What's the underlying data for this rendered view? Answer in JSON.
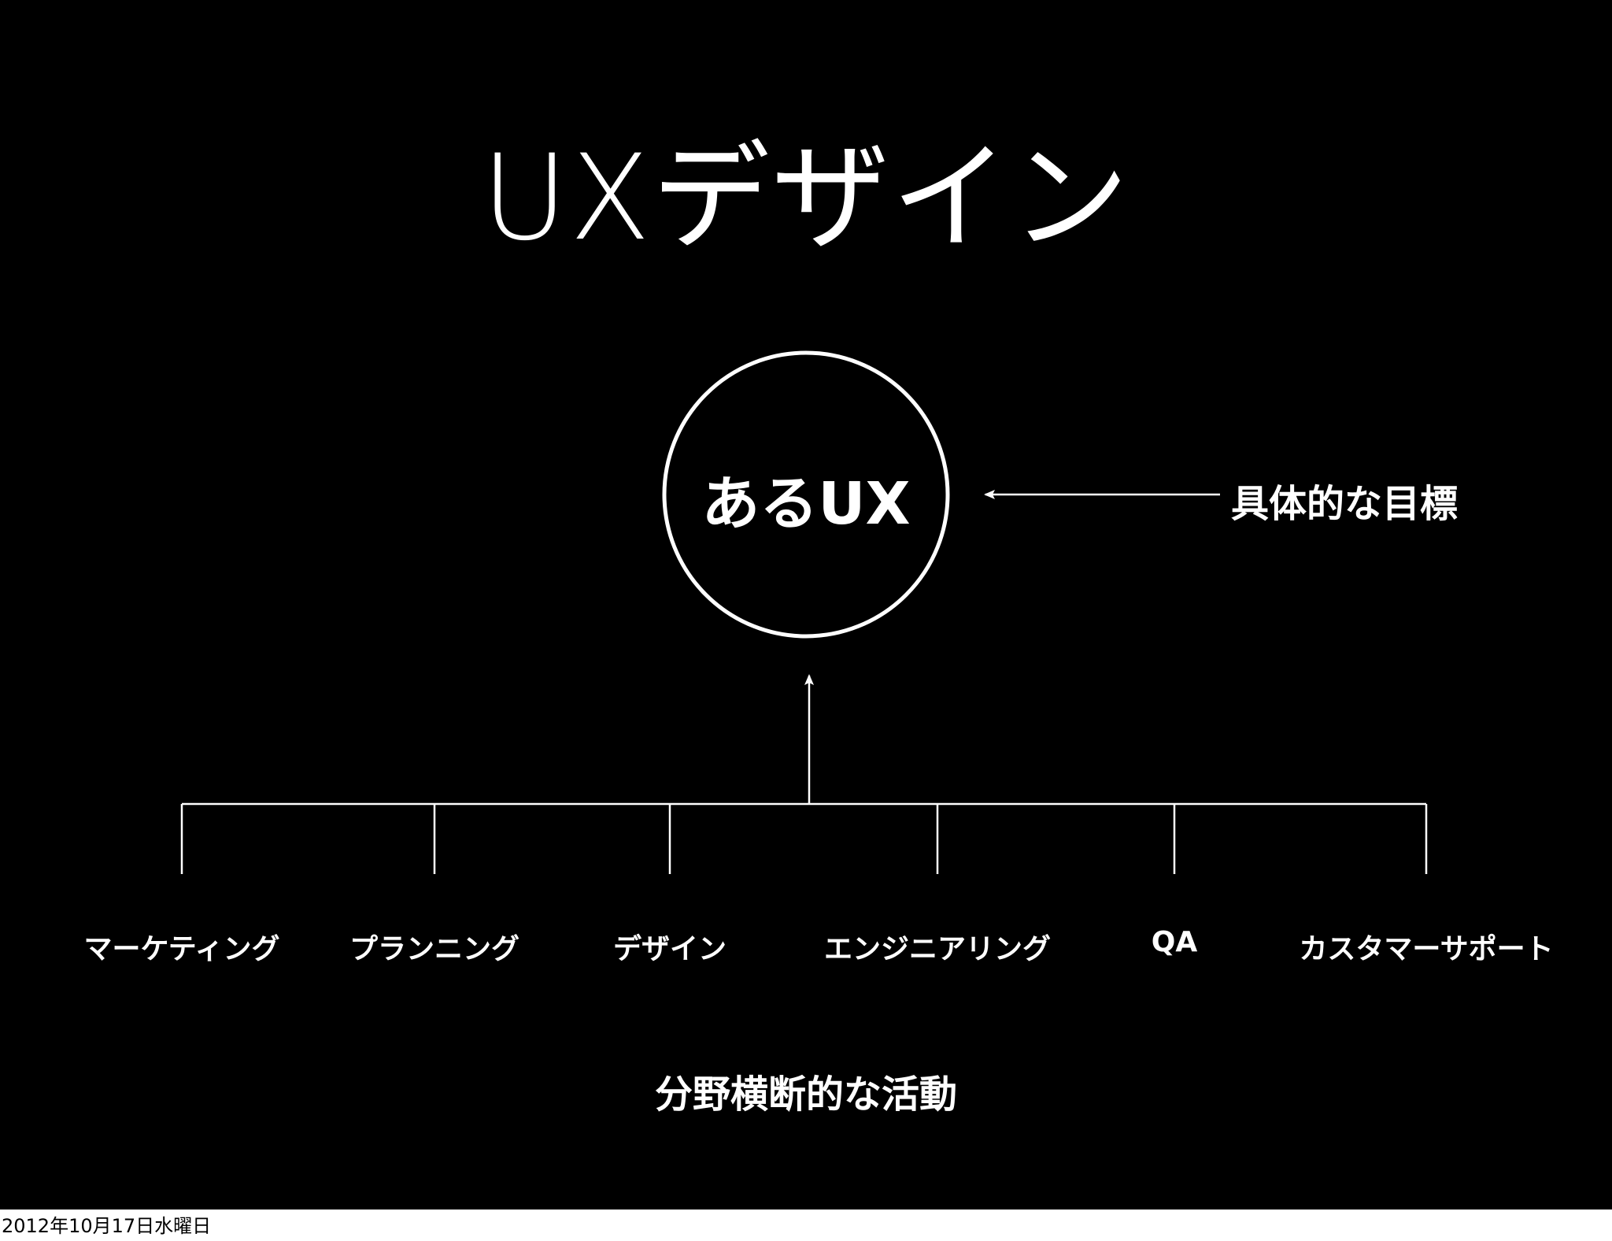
{
  "slide": {
    "title": "UXデザイン",
    "center_label": "あるUX",
    "goal_label": "具体的な目標",
    "bottom_label": "分野横断的な活動",
    "activities": [
      "マーケティング",
      "プランニング",
      "デザイン",
      "エンジニアリング",
      "QA",
      "カスタマーサポート"
    ]
  },
  "footer": {
    "date": "2012年10月17日水曜日"
  },
  "colors": {
    "background": "#000000",
    "foreground": "#ffffff"
  }
}
